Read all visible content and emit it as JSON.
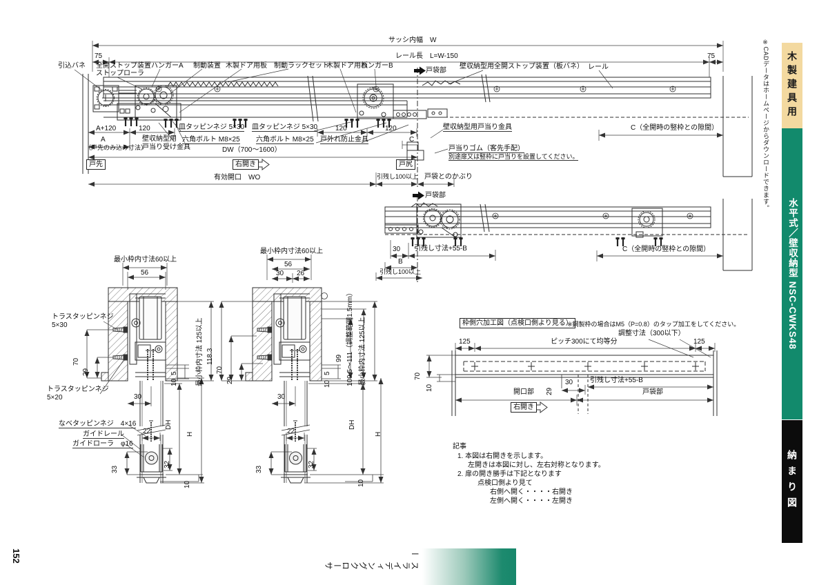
{
  "page": {
    "number": "152",
    "footer_brand": "スライディングクローサー"
  },
  "colors": {
    "accent_green": "#128a6c",
    "tab_tan": "#f3d9a0",
    "tab_black": "#0c0c0c",
    "gradient_green": "#17876b"
  },
  "sidebar": {
    "cad_note": "※CADデータはホームページからダウンロードできます。",
    "tabs": [
      {
        "label": "木製建具用",
        "bg": "#f3d9a0",
        "fg": "#1b1b1b"
      },
      {
        "label": "水平式／壁収納型 NSC-CWKS48",
        "bg": "#128a6c",
        "fg": "#ffffff"
      },
      {
        "label": "納まり図",
        "bg": "#0c0c0c",
        "fg": "#ffffff"
      }
    ]
  },
  "plan_top": {
    "sash_width": "サッシ内幅　W",
    "rail_length": "レール長　L=W-150",
    "dim_75_left": "75",
    "dim_75_right": "75",
    "lbl_pull_spring": "引込バネ",
    "lbl_full_open_stop": "全開ストップ装置",
    "lbl_stop_roller": "ストップローラ",
    "lbl_hanger_a": "ハンガーA",
    "lbl_brake_device": "制動装置",
    "lbl_wood_plate_1": "木製ドア用板",
    "lbl_rack_set": "制動ラックセット",
    "lbl_wood_plate_2": "木製ドア用板",
    "lbl_hanger_b": "ハンガーB",
    "lbl_pocket": "戸袋部",
    "lbl_wall_stop_spring": "壁収納型用全開ストップ装置（板バネ）",
    "lbl_rail": "レール",
    "dim_a120": "A+120",
    "dim_120_1": "120",
    "dim_120_2": "120",
    "dim_120_3": "120",
    "lbl_sara_screw_1": "皿タッピンネジ 5×30",
    "lbl_sara_screw_2": "皿タッピンネジ 5×30",
    "lbl_hex_bolt_1": "六角ボルト M8×25",
    "lbl_hex_bolt_2": "六角ボルト M8×25",
    "dim_a": "A",
    "dim_a_note": "（戸先のみ込み寸法）",
    "lbl_wall_receiver_1": "壁収納型用",
    "lbl_wall_receiver_2": "戸当り受け金具",
    "lbl_door_guard": "戸外れ防止金具",
    "dim_dw": "DW（700～1600）",
    "dim_c_small": "C",
    "lbl_wall_door_stop": "壁収納型用戸当り金具",
    "lbl_c_gap": "C（全開時の竪枠との隙間）",
    "lbl_door_rubber": "戸当りゴム（客先手配）",
    "lbl_door_rubber_note": "別途扉又は竪枠に戸当りを設置してください。",
    "lbl_door_front": "戸先",
    "lbl_right_open": "右開き",
    "lbl_door_rear": "戸尻",
    "dim_wo": "有効開口　WO",
    "dim_hikinokoshi": "引残し100以上",
    "lbl_pocket_overlap": "戸袋とのかぶり"
  },
  "plan_open": {
    "lbl_pocket": "戸袋部",
    "dim_30": "30",
    "dim_b": "B",
    "dim_hikinokoshi": "引残し100以上",
    "dim_hikinokoshi_55b": "引残し寸法+55-B",
    "lbl_c_gap": "C（全開時の竪枠との隙間）"
  },
  "section_left": {
    "lbl_min_width": "最小枠内寸法60以上",
    "dim_56": "56",
    "lbl_truss_530_1": "トラスタッピンネジ",
    "lbl_truss_530_2": "5×30",
    "dim_70": "70",
    "dim_29": "29",
    "lbl_truss_520_1": "トラスタッピンネジ",
    "lbl_truss_520_2": "5×20",
    "dim_30": "30",
    "lbl_pan_screw": "なベタッピンネジ　4×16",
    "lbl_guide_rail": "ガイドレール",
    "lbl_guide_roller": "ガイドローラ　φ16",
    "dim_22": "22",
    "dim_33": "33",
    "dim_32": "32",
    "dim_5": "5",
    "dim_10a": "10",
    "dim_10b": "10",
    "dim_dh": "DH",
    "dim_h": "H",
    "lbl_min_height": "最小枠内寸法 125以上"
  },
  "section_right": {
    "lbl_min_width": "最小枠内寸法60以上",
    "dim_56": "56",
    "dim_30t": "30",
    "dim_26": "26",
    "dim_118": "118.3",
    "dim_70": "70",
    "dim_29": "29",
    "dim_30": "30",
    "dim_22": "22",
    "dim_33": "33",
    "dim_32": "32",
    "dim_5": "5",
    "dim_10a": "10",
    "dim_10b": "10",
    "dim_99": "99",
    "dim_adjust": "109.5～111（調整範囲1.5mm）",
    "dim_dh": "DH",
    "dim_h": "H",
    "lbl_min_height": "最小枠内寸法 125以上"
  },
  "hole_plan": {
    "title": "枠側穴加工図（点検口側より見る）",
    "note": "※鋼製枠の場合はM5（P=0.8）のタップ加工をしてください。",
    "lbl_adjust": "調整寸法（300以下）",
    "lbl_pitch": "ピッチ300にて均等分",
    "dim_125_l": "125",
    "dim_125_r": "125",
    "dim_70": "70",
    "dim_10": "10",
    "dim_29": "29",
    "dim_30": "30",
    "dim_hikinokoshi_55b": "引残し寸法+55-B",
    "lbl_opening": "開口部",
    "lbl_pocket": "戸袋部",
    "lbl_right_open": "右開き"
  },
  "notes": {
    "title": "記事",
    "lines": [
      "1. 本図は右開きを示します。",
      "左開きは本図に対し、左右対称となります。",
      "2. 扉の開き勝手は下記となります",
      "点検口側より見て",
      "右側へ開く・・・・右開き",
      "左側へ開く・・・・左開き"
    ]
  }
}
